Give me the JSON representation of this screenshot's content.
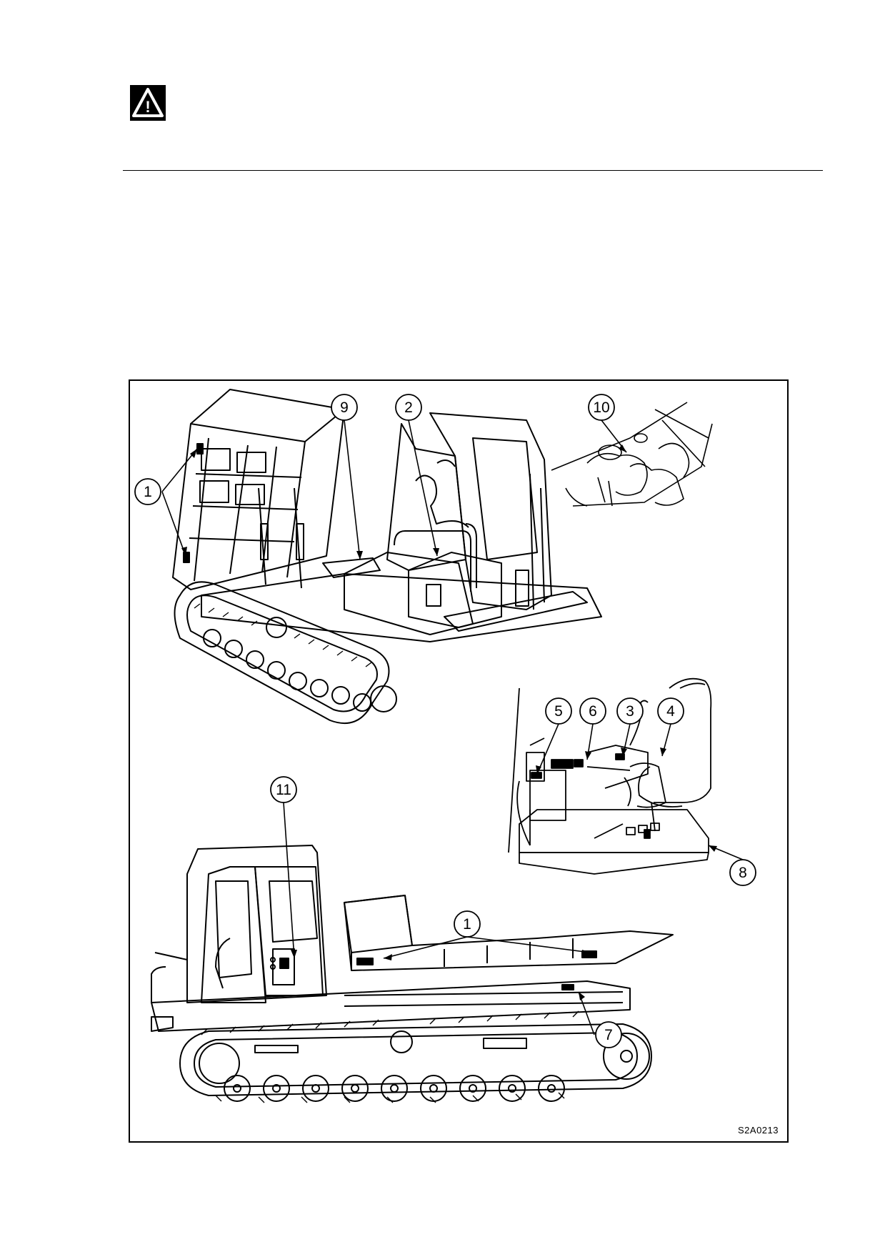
{
  "warning_icon": {
    "name": "warning-triangle-icon",
    "glyph": "!"
  },
  "figure": {
    "code": "S2A0213",
    "callouts": {
      "c1a": "1",
      "c9": "9",
      "c2": "2",
      "c10": "10",
      "c5": "5",
      "c6": "6",
      "c3": "3",
      "c4": "4",
      "c11": "11",
      "c1b": "1",
      "c8": "8",
      "c7": "7"
    }
  }
}
